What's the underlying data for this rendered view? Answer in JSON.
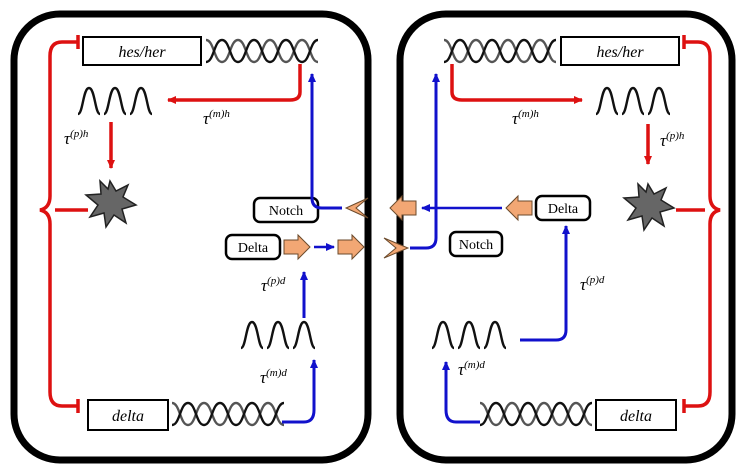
{
  "left_cell": {
    "gene_top": "hes/her",
    "gene_bottom": "delta",
    "notch_label": "Notch",
    "delta_label": "Delta",
    "delay_mh": "τ",
    "delay_mh_sup": "(m)h",
    "delay_ph": "τ",
    "delay_ph_sup": "(p)h",
    "delay_pd": "τ",
    "delay_pd_sup": "(p)d",
    "delay_md": "τ",
    "delay_md_sup": "(m)d"
  },
  "right_cell": {
    "gene_top": "hes/her",
    "gene_bottom": "delta",
    "notch_label": "Notch",
    "delta_label": "Delta",
    "delay_mh": "τ",
    "delay_mh_sup": "(m)h",
    "delay_ph": "τ",
    "delay_ph_sup": "(p)h",
    "delay_pd": "τ",
    "delay_pd_sup": "(p)d",
    "delay_md": "τ",
    "delay_md_sup": "(m)d"
  },
  "colors": {
    "inhibition": "#dd1111",
    "signal": "#1111cc",
    "protein": "#f2a774",
    "outline": "#000000"
  }
}
